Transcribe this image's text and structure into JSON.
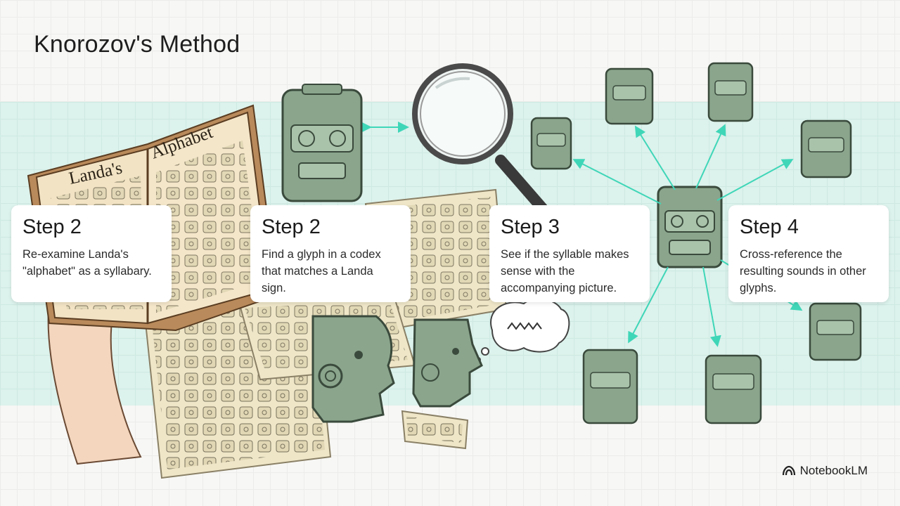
{
  "slide": {
    "title": "Knorozov's Method"
  },
  "book": {
    "title_left": "Landa's",
    "title_right": "Alphabet"
  },
  "steps": [
    {
      "label": "Step 2",
      "text": "Re-examine Landa's \"alphabet\" as a syllabary."
    },
    {
      "label": "Step 2",
      "text": "Find a glyph in a codex that matches a Landa sign."
    },
    {
      "label": "Step 3",
      "text": "See if the syllable makes sense with the accompanying picture."
    },
    {
      "label": "Step 4",
      "text": "Cross-reference the resulting sounds in other glyphs."
    }
  ],
  "brand": {
    "name": "NotebookLM",
    "icon": "notebooklm-logo-icon"
  },
  "colors": {
    "band": "#dcf2ec",
    "arrow": "#3fd6b8",
    "glyph": "#8aa58c",
    "glyph_dark": "#3a4a3c",
    "paper": "#efe6c8"
  }
}
